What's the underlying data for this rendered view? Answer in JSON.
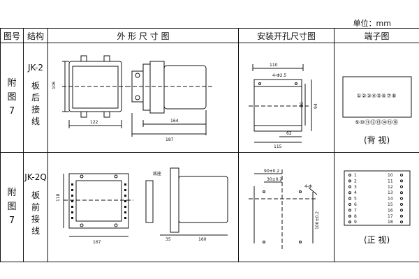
{
  "unit": "单位：mm",
  "headers": {
    "fig_no": "图号",
    "structure": "结构",
    "outline": "外 形 尺 寸 图",
    "mount": "安装开孔尺寸图",
    "terminals": "端子图"
  },
  "rows": [
    {
      "fig_no": "附图7",
      "code": "JK-2",
      "wiring": "板后接线",
      "outline_dims": {
        "height": "106",
        "width_front": "122",
        "depth_a": "164",
        "depth_b": "187"
      },
      "mount_dims": {
        "width": "110",
        "holes": "4-Φ2.5",
        "h1": "80",
        "h2": "94",
        "w1": "62",
        "w2": "115"
      },
      "terminals": {
        "top_row": [
          "①",
          "②",
          "③",
          "④",
          "⑤",
          "⑥",
          "⑦",
          "⑧"
        ],
        "bottom_row": [
          "⑨",
          "⑩",
          "⑪",
          "⑫",
          "⑬",
          "⑭",
          "⑮",
          "⑯"
        ],
        "caption": "(背 视)"
      }
    },
    {
      "fig_no": "附图7",
      "code": "JK-2Q",
      "wiring": "板前接线",
      "outline_dims": {
        "height": "118",
        "width": "167",
        "base_label": "底座",
        "base_depth": "35",
        "depth": "160"
      },
      "mount_dims": {
        "w1": "90±0.2",
        "w2": "30±0.2",
        "holes": "4-Φ",
        "h": "100±0.2"
      },
      "terminals": {
        "left": [
          "1",
          "2",
          "3",
          "4",
          "5",
          "6",
          "7",
          "8",
          "9"
        ],
        "right": [
          "10",
          "11",
          "12",
          "13",
          "14",
          "15",
          "16",
          "17",
          "18"
        ],
        "caption": "(正 视)"
      }
    }
  ]
}
